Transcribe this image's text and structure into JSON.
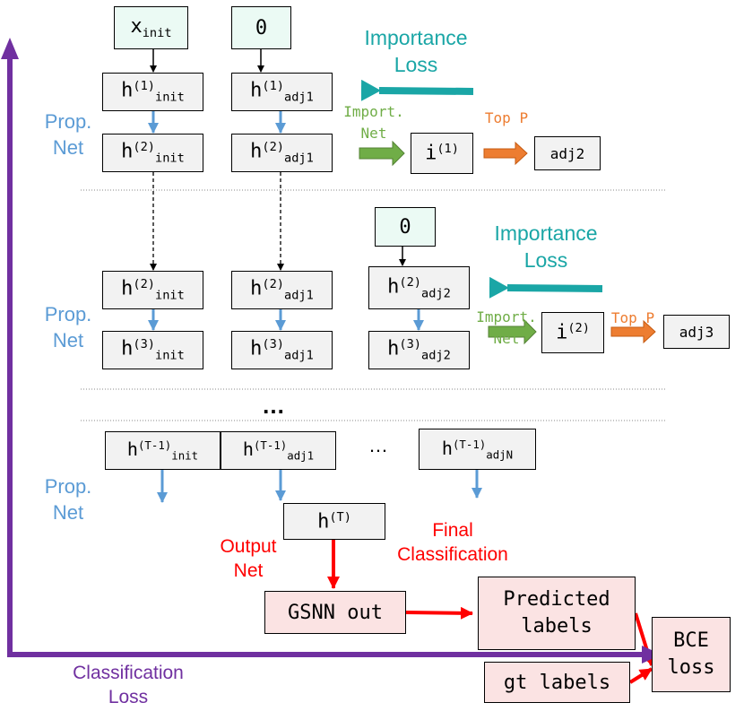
{
  "symbols": {
    "x": "x",
    "h": "h",
    "i": "i",
    "zero": "0",
    "ellipsis": "…"
  },
  "sup": {
    "s1": "(1)",
    "s2": "(2)",
    "s3": "(3)",
    "sT1": "(T-1)",
    "sT": "(T)"
  },
  "sub": {
    "init": "init",
    "adj1": "adj1",
    "adj2": "adj2",
    "adjN": "adjN"
  },
  "boxes": {
    "adj2": "adj2",
    "adj3": "adj3",
    "gsnn_out": "GSNN out",
    "predicted_line1": "Predicted",
    "predicted_line2": "labels",
    "bce_line1": "BCE",
    "bce_line2": "loss",
    "gt_labels": "gt labels"
  },
  "labels": {
    "prop_line1": "Prop.",
    "prop_line2": "Net",
    "importance_line1": "Importance",
    "importance_line2": "Loss",
    "import_line1": "Import.",
    "import_line2": "Net",
    "top_p": "Top P",
    "output_line1": "Output",
    "output_line2": "Net",
    "final_line1": "Final",
    "final_line2": "Classification",
    "class_line1": "Classification",
    "class_line2": "Loss"
  },
  "colors": {
    "purple": "#7030a0",
    "teal": "#1aa6a6",
    "blue": "#5b9bd5",
    "green": "#70ad47",
    "orange": "#ed7d31",
    "red": "#ff0000"
  }
}
